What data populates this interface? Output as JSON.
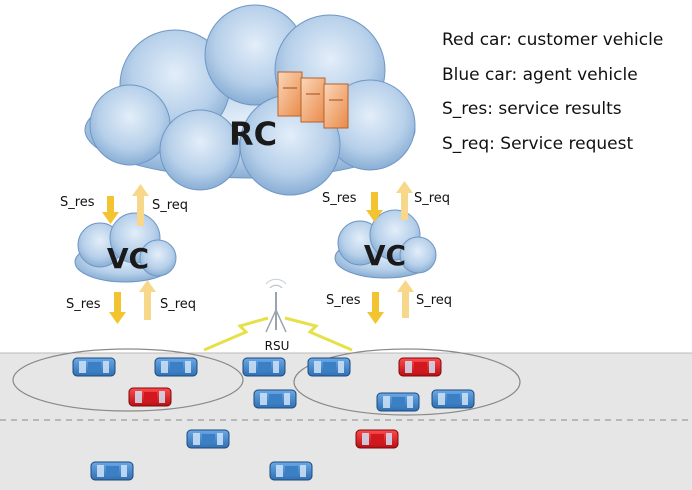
{
  "legend": {
    "items": [
      "Red car: customer vehicle",
      "Blue car: agent vehicle",
      "S_res: service results",
      "S_req: Service request"
    ]
  },
  "clouds": {
    "rc_label": "RC",
    "vc_left_label": "VC",
    "vc_right_label": "VC"
  },
  "arrows": {
    "res_label": "S_res",
    "req_label": "S_req"
  },
  "rsu": {
    "label": "RSU"
  },
  "colors": {
    "customer_vehicle": "#e8202a",
    "agent_vehicle": "#4a90d9",
    "down_arrow": "#f4c430",
    "up_arrow": "#f7d88a",
    "cloud": "#a9c8e8",
    "road": "#e3e3e3",
    "lightning": "#e6e04a"
  },
  "vehicles": [
    {
      "type": "agent"
    },
    {
      "type": "agent"
    },
    {
      "type": "agent"
    },
    {
      "type": "agent"
    },
    {
      "type": "customer"
    },
    {
      "type": "customer"
    },
    {
      "type": "agent"
    },
    {
      "type": "agent"
    },
    {
      "type": "agent"
    },
    {
      "type": "agent"
    },
    {
      "type": "customer"
    },
    {
      "type": "agent"
    },
    {
      "type": "agent"
    }
  ]
}
